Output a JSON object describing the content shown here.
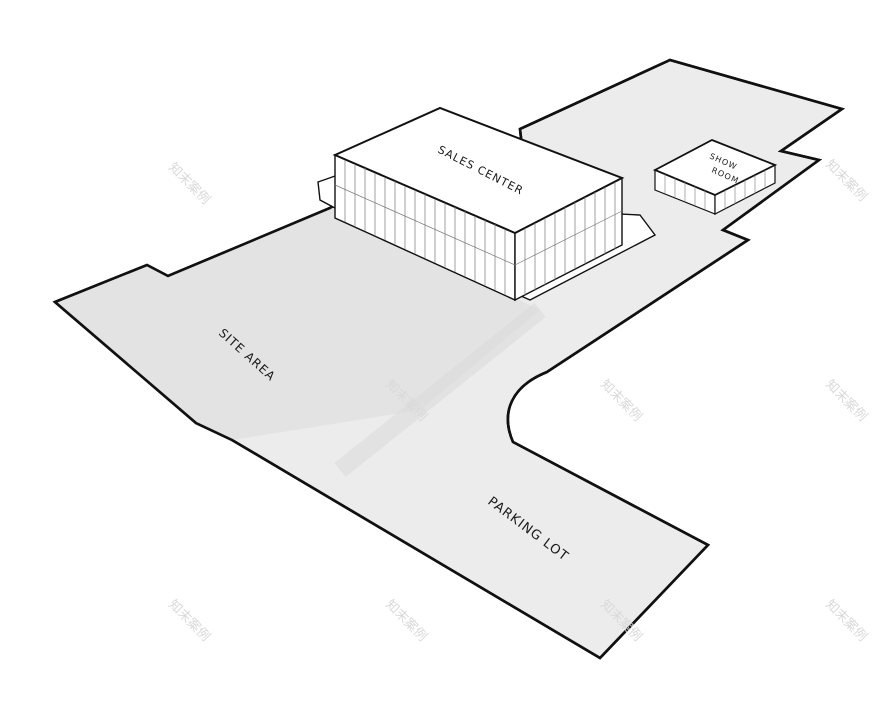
{
  "labels": {
    "sales_center": "SALES CENTER",
    "show_room_line1": "SHOW",
    "show_room_line2": "ROOM",
    "site_area": "SITE AREA",
    "parking_lot": "PARKING LOT"
  },
  "watermark": "知末案例",
  "colors": {
    "ground": "#ececec",
    "ground_dark": "#e3e3e3",
    "outline": "#111111",
    "building": "#ffffff"
  }
}
